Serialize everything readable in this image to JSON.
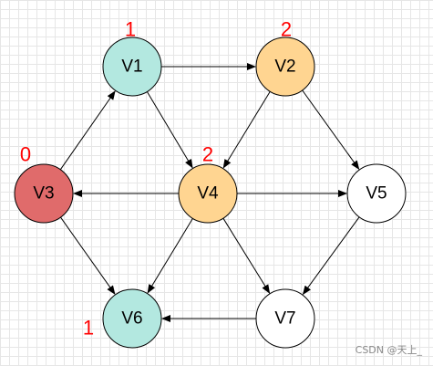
{
  "colors": {
    "visited": "#b3e8e0",
    "in_progress": "#ffd591",
    "current": "#e06b6b",
    "unvisited": "#ffffff",
    "stroke": "#000000",
    "edge": "#000000",
    "order_text": "#ff0000"
  },
  "nodes": [
    {
      "id": "V1",
      "label": "V1",
      "status": "visited",
      "order": "1"
    },
    {
      "id": "V2",
      "label": "V2",
      "status": "in_progress",
      "order": "2"
    },
    {
      "id": "V3",
      "label": "V3",
      "status": "current",
      "order": "0"
    },
    {
      "id": "V4",
      "label": "V4",
      "status": "in_progress",
      "order": "2"
    },
    {
      "id": "V5",
      "label": "V5",
      "status": "unvisited",
      "order": ""
    },
    {
      "id": "V6",
      "label": "V6",
      "status": "visited",
      "order": "1"
    },
    {
      "id": "V7",
      "label": "V7",
      "status": "unvisited",
      "order": ""
    }
  ],
  "edges": [
    {
      "from": "V1",
      "to": "V2"
    },
    {
      "from": "V1",
      "to": "V4"
    },
    {
      "from": "V2",
      "to": "V4"
    },
    {
      "from": "V2",
      "to": "V5"
    },
    {
      "from": "V3",
      "to": "V1"
    },
    {
      "from": "V3",
      "to": "V6"
    },
    {
      "from": "V4",
      "to": "V3"
    },
    {
      "from": "V4",
      "to": "V5"
    },
    {
      "from": "V4",
      "to": "V6"
    },
    {
      "from": "V4",
      "to": "V7"
    },
    {
      "from": "V5",
      "to": "V7"
    },
    {
      "from": "V7",
      "to": "V6"
    }
  ],
  "watermark": "CSDN @天上_"
}
